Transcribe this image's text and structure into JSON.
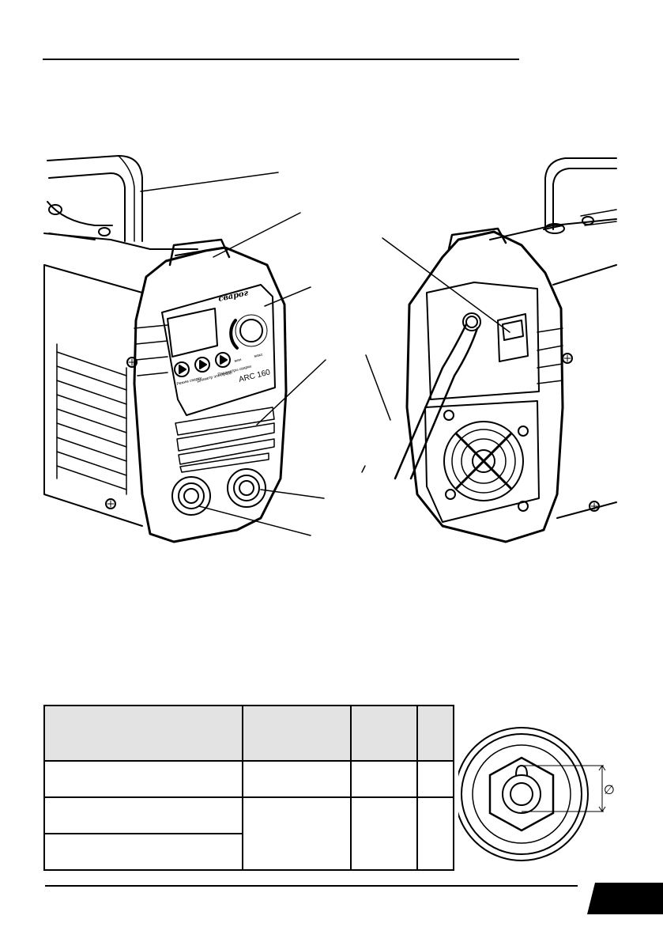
{
  "figure": {
    "brand_logo": "сварог",
    "model_label": "ARC 160",
    "knob_min_label": "мин",
    "knob_max_label": "макс",
    "button_labels": [
      "Режим сварки",
      "Диаметр электрода",
      "Параметры сварки"
    ]
  },
  "table": {
    "header": [
      "",
      "",
      "",
      ""
    ],
    "rows": [
      [
        "",
        "",
        "",
        ""
      ],
      [
        "",
        "",
        "",
        ""
      ],
      [
        ""
      ]
    ]
  },
  "socket_diagram": {
    "dimension_symbol": "∅"
  },
  "colors": {
    "table_header_bg": "#e3e3e3",
    "page_tab": "#000000"
  },
  "icons": [
    "play-button-icon",
    "diameter-symbol-icon"
  ]
}
